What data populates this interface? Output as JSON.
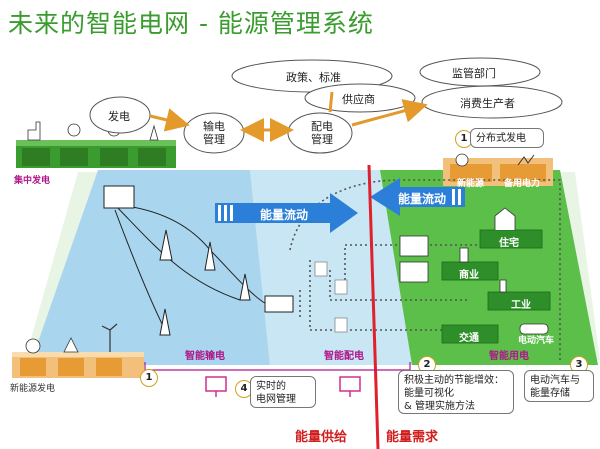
{
  "title": "未来的智能电网 - 能源管理系统",
  "clouds": {
    "policy": "政策、标准",
    "supplier": "供应商",
    "regulator": "监管部门",
    "consumer": "消费生产者"
  },
  "nodes": {
    "generation": "发电",
    "transmission_mgmt": "输电\n管理",
    "distribution_mgmt": "配电\n管理"
  },
  "labels": {
    "central_gen": "集中发电",
    "renewable_gen": "新能源发电",
    "new_energy": "新能源",
    "backup_power": "备用电力",
    "residential": "住宅",
    "commercial": "商业",
    "industrial": "工业",
    "transport": "交通",
    "ev": "电动汽车",
    "smart_transmission": "智能输电",
    "smart_distribution": "智能配电",
    "smart_consumption": "智能用电",
    "energy_flow_left": "能量流动",
    "energy_flow_right": "能量流动",
    "supply": "能量供给",
    "demand": "能量需求"
  },
  "callouts": {
    "c1": {
      "num": "1",
      "text": "分布式发电"
    },
    "c1b": {
      "num": "1"
    },
    "c2": {
      "num": "2",
      "text": "积极主动的节能增效：\n能量可视化\n& 管理实施方法"
    },
    "c3": {
      "num": "3",
      "text": "电动汽车与\n能量存储"
    },
    "c4": {
      "num": "4",
      "text": "实时的\n电网管理"
    }
  },
  "colors": {
    "title_green": "#3a9c2e",
    "transmission_zone": "#a9d6ee",
    "distribution_zone": "#c8e6f4",
    "consumption_zone": "#5cbf4a",
    "divider_red": "#e0202a",
    "flow_arrow": "#2b7fd9",
    "node_arrow": "#e39a2b"
  }
}
